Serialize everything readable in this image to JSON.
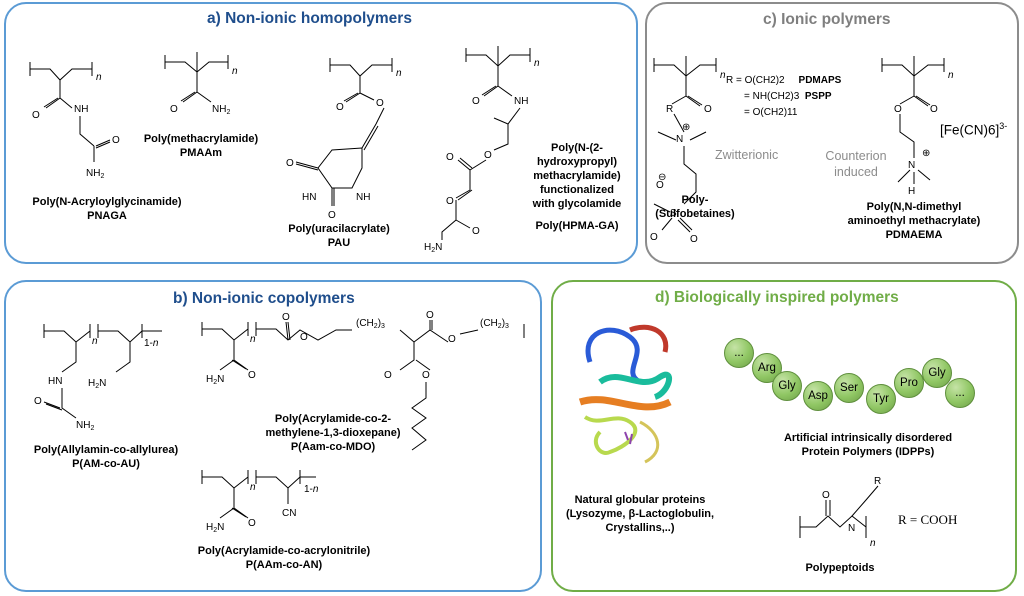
{
  "panels": {
    "a": {
      "title": "a) Non-ionic homopolymers",
      "items": [
        {
          "name": "Poly(N-Acryloylglycinamide)",
          "abbr": "PNAGA"
        },
        {
          "name": "Poly(methacrylamide)",
          "abbr": "PMAAm"
        },
        {
          "name": "Poly(uracilacrylate)",
          "abbr": "PAU"
        },
        {
          "name_lines": [
            "Poly(N-(2-",
            "hydroxypropyl)",
            "methacrylamide)",
            "functionalized",
            "with glycolamide"
          ],
          "abbr": "Poly(HPMA-GA)"
        }
      ]
    },
    "b": {
      "title": "b) Non-ionic copolymers",
      "items": [
        {
          "name": "Poly(Allylamin-co-allylurea)",
          "abbr": "P(AM-co-AU)"
        },
        {
          "name_lines": [
            "Poly(Acrylamide-co-2-",
            "methylene-1,3-dioxepane)"
          ],
          "abbr": "P(Aam-co-MDO)"
        },
        {
          "name": "Poly(Acrylamide-co-acrylonitrile)",
          "abbr": "P(AAm-co-AN)"
        }
      ]
    },
    "c": {
      "title": "c) Ionic polymers",
      "r_list": [
        {
          "formula": "R  = O(CH2)2",
          "abbr": "PDMAPS"
        },
        {
          "formula": "= NH(CH2)3",
          "abbr": "PSPP"
        },
        {
          "formula": "= O(CH2)11",
          "abbr": ""
        }
      ],
      "zwitterionic": "Zwitterionic",
      "counterion": [
        "Counterion",
        "induced"
      ],
      "counter_ion": "[Fe(CN)6]",
      "counter_charge": "3-",
      "items": [
        {
          "name_lines": [
            "Poly-",
            "(Sulfobetaines)"
          ],
          "abbr": ""
        },
        {
          "name_lines": [
            "Poly(N,N-dimethyl",
            "aminoethyl methacrylate)"
          ],
          "abbr": "PDMAEMA"
        }
      ]
    },
    "d": {
      "title": "d) Biologically inspired polymers",
      "beads": [
        "...",
        "Arg",
        "Gly",
        "Asp",
        "Ser",
        "Tyr",
        "Pro",
        "Gly",
        "..."
      ],
      "items": [
        {
          "name_lines": [
            "Natural globular proteins",
            "(Lysozyme, β-Lactoglobulin,",
            "Crystallins,..)"
          ]
        },
        {
          "name_lines": [
            "Artificial intrinsically disordered",
            "Protein Polymers (IDPPs)"
          ]
        },
        {
          "name": "Polypeptoids"
        }
      ],
      "r_def": "R = COOH"
    }
  },
  "colors": {
    "blue_border": "#5b9bd5",
    "blue_title": "#1f4e8c",
    "gray": "#8c8c8c",
    "green": "#70ad47"
  }
}
